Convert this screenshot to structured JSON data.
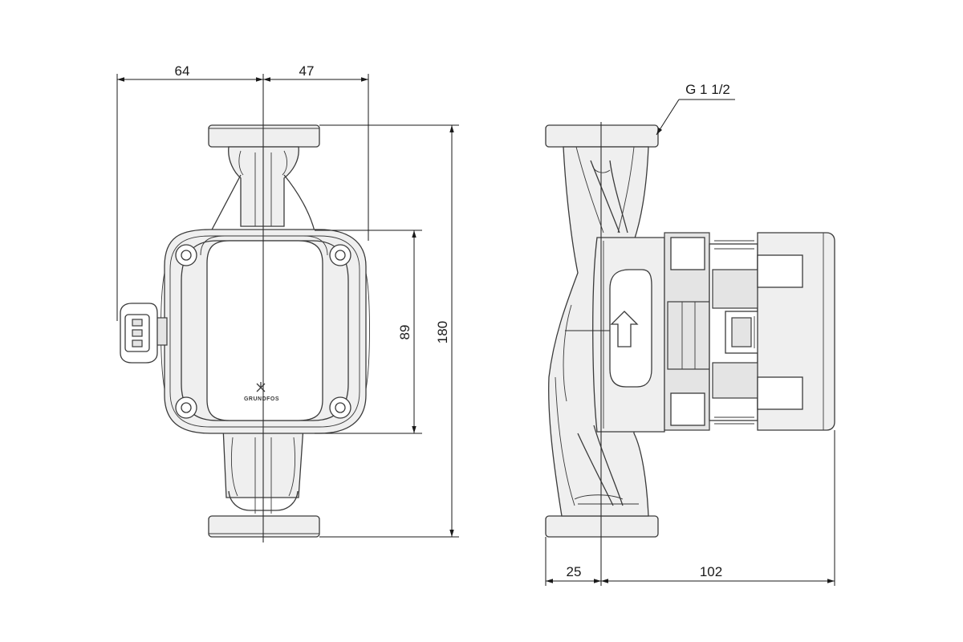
{
  "front_view": {
    "dim_left": "64",
    "dim_right": "47",
    "dim_motor_height": "89",
    "dim_overall_height": "180",
    "brand_logo_text": "GRUNDFOS"
  },
  "side_view": {
    "thread_label": "G 1 1/2",
    "dim_flange_offset": "25",
    "dim_depth": "102"
  },
  "icons": [
    "arrow-head",
    "grundfos-logo-icon",
    "flow-direction-arrow-icon",
    "connector-plug-icon"
  ]
}
